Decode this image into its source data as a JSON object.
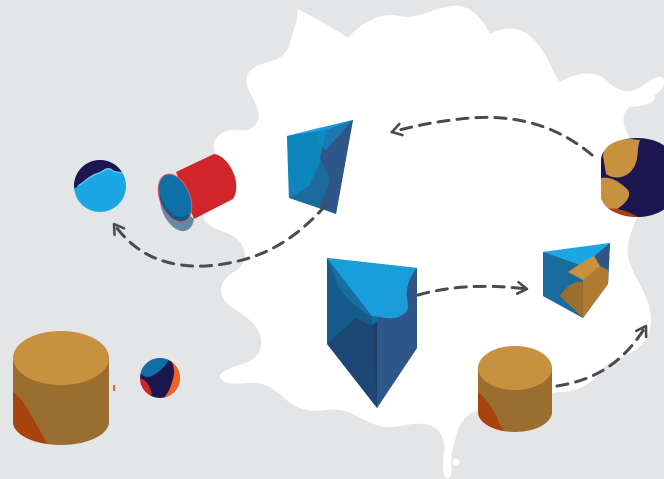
{
  "colors": {
    "background": "#e4e5e7",
    "splash": "#ffffff",
    "arrow": "#4a4b50",
    "gold": "#c8913f",
    "gold_dark": "#9a6e2e",
    "rust": "#a8430e",
    "navy": "#1b1650",
    "sky": "#1aa7e4",
    "red": "#d0262a",
    "steel_blue": "#2f5688",
    "teal_blue": "#0e70a6",
    "orange": "#f06423"
  },
  "shapes": [
    {
      "name": "sphere-navy-sky",
      "kind": "sphere"
    },
    {
      "name": "cylinder-red-blue",
      "kind": "cylinder"
    },
    {
      "name": "prism-blue-small",
      "kind": "triangular-prism"
    },
    {
      "name": "cylinder-gold-navy",
      "kind": "cylinder"
    },
    {
      "name": "prism-blue-large",
      "kind": "triangular-prism"
    },
    {
      "name": "cube-prism-blue-gold",
      "kind": "triangular-prism"
    },
    {
      "name": "cylinder-gold-large",
      "kind": "cylinder"
    },
    {
      "name": "sphere-orange-navy",
      "kind": "sphere"
    },
    {
      "name": "cylinder-gold-rust",
      "kind": "cylinder"
    }
  ],
  "arrows": [
    {
      "name": "arrow-gold-cylinder-to-small-prism",
      "from": "cylinder-gold-navy",
      "to": "prism-blue-small",
      "style": "dashed"
    },
    {
      "name": "arrow-small-prism-to-sphere",
      "from": "prism-blue-small",
      "to": "sphere-navy-sky",
      "style": "dashed"
    },
    {
      "name": "arrow-large-prism-to-cube-prism",
      "from": "prism-blue-large",
      "to": "cube-prism-blue-gold",
      "style": "dashed"
    },
    {
      "name": "arrow-gold-cylinder-up",
      "from": "cylinder-gold-rust",
      "to": "offscreen-right",
      "style": "dashed"
    }
  ]
}
